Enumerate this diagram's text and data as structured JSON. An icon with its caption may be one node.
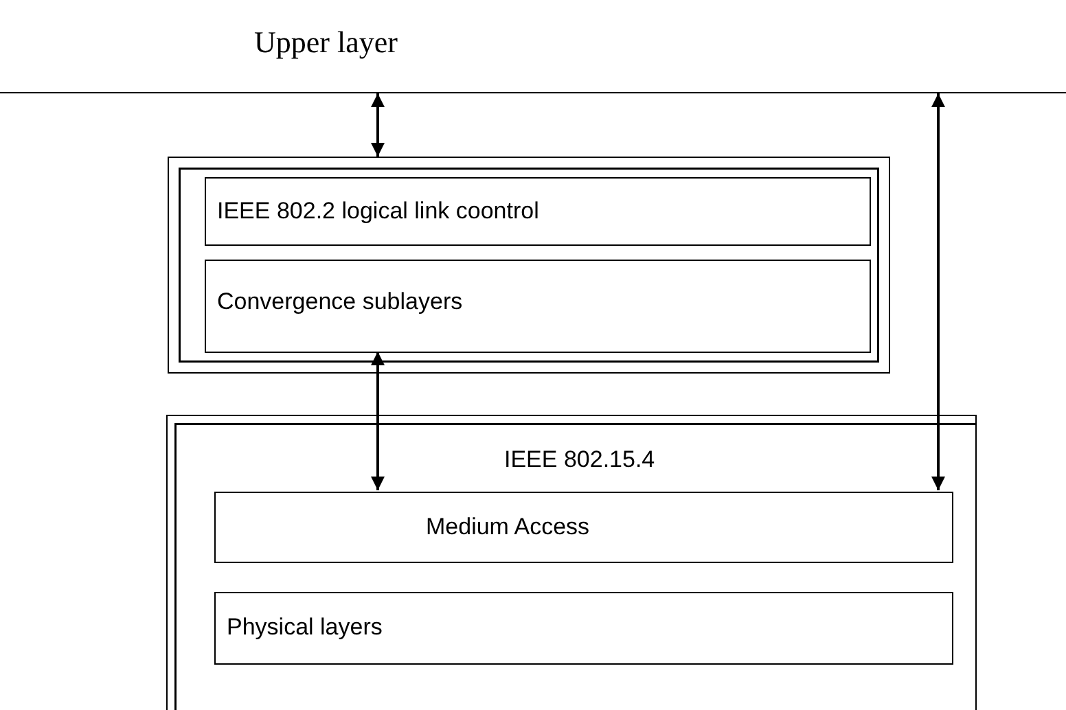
{
  "diagram": {
    "nodes": [
      {
        "text": [
          "Upper layer"
        ]
      },
      {
        "text": [],
        "shape": "box"
      },
      {
        "text": [
          "IEEE 802.2 logical link coontrol"
        ],
        "in": 1
      },
      {
        "text": [
          "Convergence sublayers"
        ],
        "in": 1
      },
      {
        "text": [
          "IEEE 802.15.4"
        ]
      },
      {
        "text": [
          "Medium Access"
        ],
        "in": 4
      },
      {
        "text": [
          "Physical layers"
        ],
        "in": 4
      }
    ],
    "edges": [
      {
        "from": 0,
        "to": 1,
        "arrow": "both"
      },
      {
        "from": 3,
        "to": 5,
        "arrow": "both"
      },
      {
        "from": 0,
        "to": 5,
        "arrow": "both"
      }
    ]
  }
}
